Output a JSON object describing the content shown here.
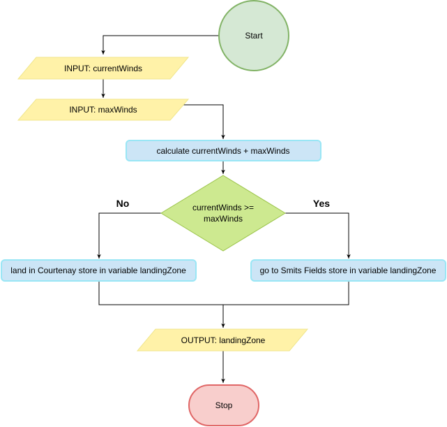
{
  "nodes": {
    "start": {
      "label": "Start",
      "fill": "#d5e8d4",
      "stroke": "#82b366"
    },
    "input_current": {
      "label": "INPUT: currentWinds",
      "fill": "#fff2a8",
      "stroke": "#f0e68c"
    },
    "input_max": {
      "label": "INPUT: maxWinds",
      "fill": "#fff2a8",
      "stroke": "#f0e68c"
    },
    "calculate": {
      "label": "calculate currentWinds + maxWinds",
      "fill": "#cce5f6",
      "stroke": "#99e6f5"
    },
    "decision": {
      "line1": "currentWinds >=",
      "line2": "maxWinds",
      "fill": "#cde990",
      "stroke": "#9bc44a"
    },
    "courtenay": {
      "label": "land in Courtenay store in variable landingZone",
      "fill": "#cce5f6",
      "stroke": "#99e6f5"
    },
    "smits": {
      "label": "go to Smits Fields store in variable landingZone",
      "fill": "#cce5f6",
      "stroke": "#99e6f5"
    },
    "output": {
      "label": "OUTPUT: landingZone",
      "fill": "#fff2a8",
      "stroke": "#f0e68c"
    },
    "stop": {
      "label": "Stop",
      "fill": "#f8cecc",
      "stroke": "#e06666"
    }
  },
  "branches": {
    "no": "No",
    "yes": "Yes"
  }
}
